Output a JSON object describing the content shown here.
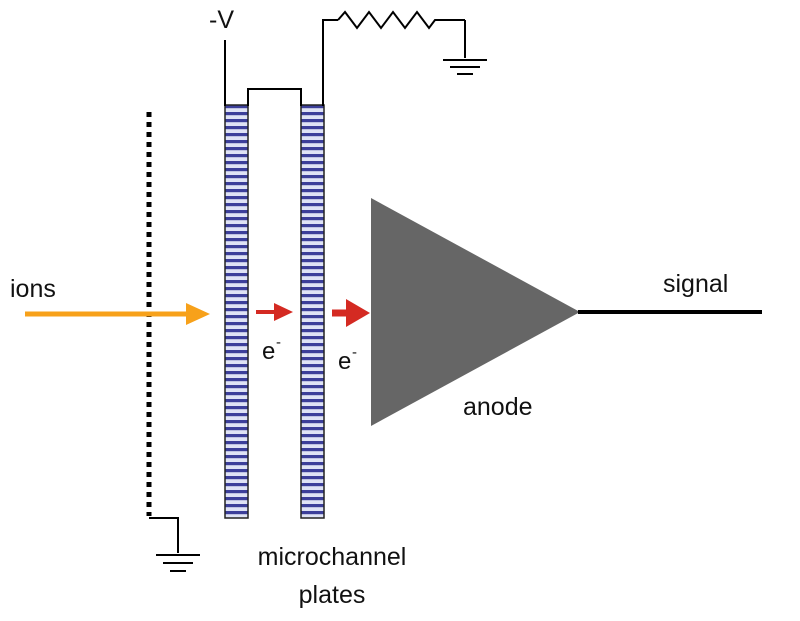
{
  "labels": {
    "voltage": "-V",
    "ions": "ions",
    "electron_1": "e",
    "electron_2": "e",
    "electron_charge": "-",
    "anode": "anode",
    "signal": "signal",
    "plates_line1": "microchannel",
    "plates_line2": "plates"
  },
  "colors": {
    "ion_arrow": "#f7a11a",
    "electron_arrow": "#d42a22",
    "anode_fill": "#666666",
    "plate_stripe": "#3c3f9a",
    "plate_stripe_alt": "#dfe3f5",
    "wire": "#000000"
  },
  "icons": {
    "ground_symbol": "ground-icon",
    "resistor_symbol": "resistor-icon"
  }
}
